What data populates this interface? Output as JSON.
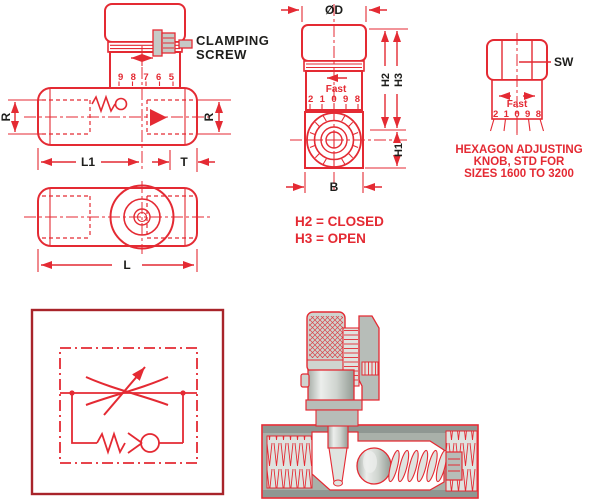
{
  "colors": {
    "line_red": "#e42a33",
    "box_dark_red": "#a8242a",
    "label_black": "#1d1d1b",
    "metal_light": "#dfe3df",
    "metal_mid": "#b7bdb8",
    "metal_dark": "#8f9792"
  },
  "side_view": {
    "r_left": "R",
    "r_right": "R",
    "l1": "L1",
    "t": "T",
    "scale": "9 8 7 6 5",
    "clamping_1": "CLAMPING",
    "clamping_2": "SCREW"
  },
  "top_view": {
    "l": "L"
  },
  "front_view": {
    "od": "ØD",
    "h2": "H2",
    "h3": "H3",
    "h1": "H1",
    "b": "B",
    "fast": "Fast",
    "scale": "2 1 0 9 8"
  },
  "hex_view": {
    "sw": "SW",
    "fast": "Fast",
    "scale": "2 1 0 9 8",
    "caption_1": "HEXAGON ADJUSTING",
    "caption_2": "KNOB, STD FOR",
    "caption_3": "SIZES 1600 TO 3200"
  },
  "notes": {
    "h2_closed": "H2 = CLOSED",
    "h3_open": "H3 = OPEN"
  }
}
